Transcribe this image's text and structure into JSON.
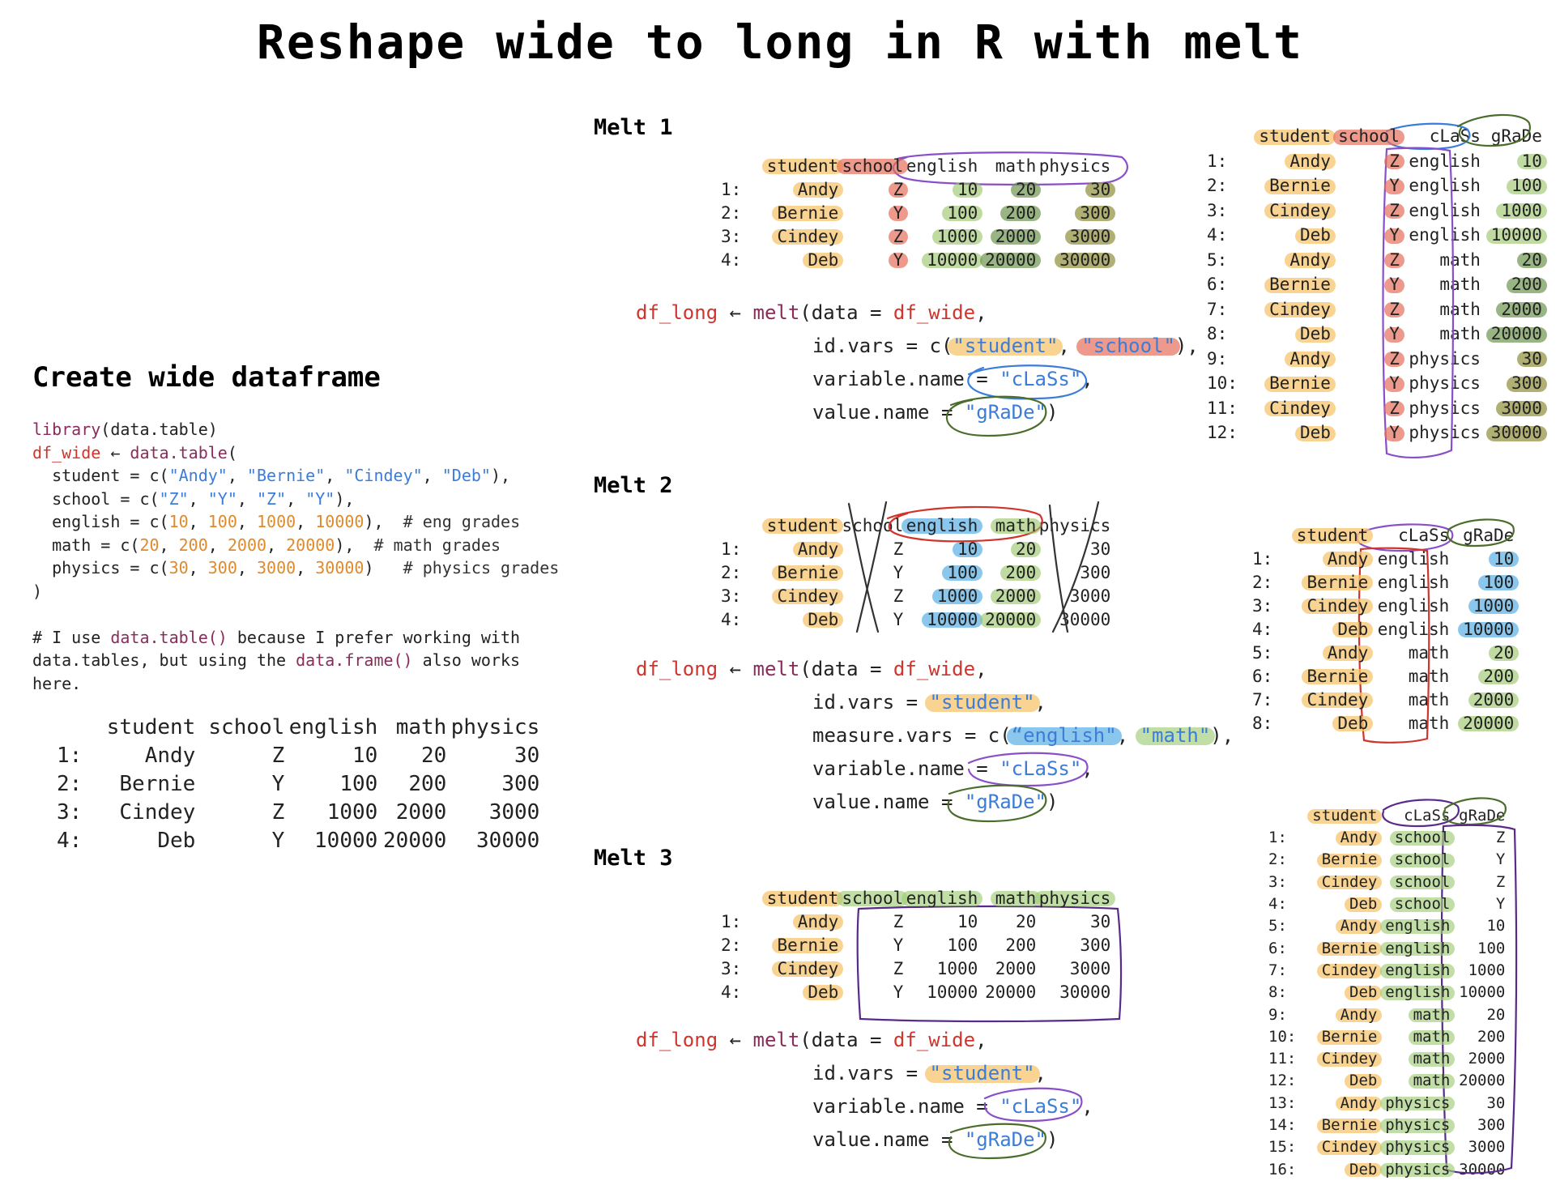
{
  "title": "Reshape wide to long in R with melt",
  "create_section": {
    "heading": "Create wide dataframe",
    "code": {
      "l1_fn": "library",
      "l1_rest": "(data.table)",
      "l2_var": "df_wide",
      "l2_arrow": " ← ",
      "l2_fn": "data.table",
      "l2_paren": "(",
      "student_pre": "  student = c(",
      "student_vals": [
        "\"Andy\"",
        "\"Bernie\"",
        "\"Cindey\"",
        "\"Deb\""
      ],
      "school_pre": "  school = c(",
      "school_vals": [
        "\"Z\"",
        "\"Y\"",
        "\"Z\"",
        "\"Y\""
      ],
      "english_pre": "  english = c(",
      "english_vals": [
        "10",
        "100",
        "1000",
        "10000"
      ],
      "english_cmt": "# eng grades",
      "math_pre": "  math = c(",
      "math_vals": [
        "20",
        "200",
        "2000",
        "20000"
      ],
      "math_cmt": "# math grades",
      "physics_pre": "  physics = c(",
      "physics_vals": [
        "30",
        "300",
        "3000",
        "30000"
      ],
      "physics_cmt": "# physics grades",
      "close": ")"
    },
    "note_1": "# I use ",
    "note_fn1": "data.table()",
    "note_2": " because I prefer working with",
    "note_3": "data.tables, but using the ",
    "note_fn2": "data.frame()",
    "note_4": " also works",
    "note_5": "here.",
    "table": {
      "headers": [
        "student",
        "school",
        "english",
        "math",
        "physics"
      ],
      "rows": [
        [
          "1:",
          "Andy",
          "Z",
          "10",
          "20",
          "30"
        ],
        [
          "2:",
          "Bernie",
          "Y",
          "100",
          "200",
          "300"
        ],
        [
          "3:",
          "Cindey",
          "Z",
          "1000",
          "2000",
          "3000"
        ],
        [
          "4:",
          "Deb",
          "Y",
          "10000",
          "20000",
          "30000"
        ]
      ]
    }
  },
  "melt1": {
    "heading": "Melt 1",
    "wide_headers": [
      "student",
      "school",
      "english",
      "math",
      "physics"
    ],
    "wide_rows": [
      [
        "1:",
        "Andy",
        "Z",
        "10",
        "20",
        "30"
      ],
      [
        "2:",
        "Bernie",
        "Y",
        "100",
        "200",
        "300"
      ],
      [
        "3:",
        "Cindey",
        "Z",
        "1000",
        "2000",
        "3000"
      ],
      [
        "4:",
        "Deb",
        "Y",
        "10000",
        "20000",
        "30000"
      ]
    ],
    "code": {
      "lhs": "df_long",
      "arrow": " ← ",
      "fn": "melt",
      "open": "(data = ",
      "data": "df_wide",
      "comma": ",",
      "idvars_lbl": "id.vars = c(",
      "idvar1": "\"student\"",
      "sep": ", ",
      "idvar2": "\"school\"",
      "idvars_close": "),",
      "varname_lbl": "variable.name = ",
      "varname": "\"cLaSs\"",
      "valname_lbl": "value.name = ",
      "valname": "\"gRaDe\"",
      "close": ")"
    },
    "long_headers": [
      "student",
      "school",
      "cLaSs",
      "gRaDe"
    ],
    "long_rows": [
      [
        "1:",
        "Andy",
        "Z",
        "english",
        "10"
      ],
      [
        "2:",
        "Bernie",
        "Y",
        "english",
        "100"
      ],
      [
        "3:",
        "Cindey",
        "Z",
        "english",
        "1000"
      ],
      [
        "4:",
        "Deb",
        "Y",
        "english",
        "10000"
      ],
      [
        "5:",
        "Andy",
        "Z",
        "math",
        "20"
      ],
      [
        "6:",
        "Bernie",
        "Y",
        "math",
        "200"
      ],
      [
        "7:",
        "Cindey",
        "Z",
        "math",
        "2000"
      ],
      [
        "8:",
        "Deb",
        "Y",
        "math",
        "20000"
      ],
      [
        "9:",
        "Andy",
        "Z",
        "physics",
        "30"
      ],
      [
        "10:",
        "Bernie",
        "Y",
        "physics",
        "300"
      ],
      [
        "11:",
        "Cindey",
        "Z",
        "physics",
        "3000"
      ],
      [
        "12:",
        "Deb",
        "Y",
        "physics",
        "30000"
      ]
    ]
  },
  "melt2": {
    "heading": "Melt 2",
    "wide_headers": [
      "student",
      "school",
      "english",
      "math",
      "physics"
    ],
    "wide_rows": [
      [
        "1:",
        "Andy",
        "Z",
        "10",
        "20",
        "30"
      ],
      [
        "2:",
        "Bernie",
        "Y",
        "100",
        "200",
        "300"
      ],
      [
        "3:",
        "Cindey",
        "Z",
        "1000",
        "2000",
        "3000"
      ],
      [
        "4:",
        "Deb",
        "Y",
        "10000",
        "20000",
        "30000"
      ]
    ],
    "code": {
      "lhs": "df_long",
      "arrow": " ← ",
      "fn": "melt",
      "open": "(data = ",
      "data": "df_wide",
      "comma": ",",
      "idvars_lbl": "id.vars = ",
      "idvar1": "\"student\"",
      "idvars_close": ",",
      "measure_lbl": "measure.vars = c(",
      "measure1": "“english\"",
      "sep": ", ",
      "measure2": "\"math\"",
      "measure_close": "),",
      "varname_lbl": "variable.name = ",
      "varname": "\"cLaSs\"",
      "varname_close": ",",
      "valname_lbl": "value.name = ",
      "valname": "\"gRaDe\"",
      "close": ")"
    },
    "long_headers": [
      "student",
      "cLaSs",
      "gRaDe"
    ],
    "long_rows": [
      [
        "1:",
        "Andy",
        "english",
        "10"
      ],
      [
        "2:",
        "Bernie",
        "english",
        "100"
      ],
      [
        "3:",
        "Cindey",
        "english",
        "1000"
      ],
      [
        "4:",
        "Deb",
        "english",
        "10000"
      ],
      [
        "5:",
        "Andy",
        "math",
        "20"
      ],
      [
        "6:",
        "Bernie",
        "math",
        "200"
      ],
      [
        "7:",
        "Cindey",
        "math",
        "2000"
      ],
      [
        "8:",
        "Deb",
        "math",
        "20000"
      ]
    ]
  },
  "melt3": {
    "heading": "Melt 3",
    "wide_headers": [
      "student",
      "school",
      "english",
      "math",
      "physics"
    ],
    "wide_rows": [
      [
        "1:",
        "Andy",
        "Z",
        "10",
        "20",
        "30"
      ],
      [
        "2:",
        "Bernie",
        "Y",
        "100",
        "200",
        "300"
      ],
      [
        "3:",
        "Cindey",
        "Z",
        "1000",
        "2000",
        "3000"
      ],
      [
        "4:",
        "Deb",
        "Y",
        "10000",
        "20000",
        "30000"
      ]
    ],
    "code": {
      "lhs": "df_long",
      "arrow": " ← ",
      "fn": "melt",
      "open": "(data = ",
      "data": "df_wide",
      "comma": ",",
      "idvars_lbl": "id.vars = ",
      "idvar1": "\"student\"",
      "idvars_close": ",",
      "varname_lbl": "variable.name = ",
      "varname": "\"cLaSs\"",
      "varname_close": ",",
      "valname_lbl": "value.name = ",
      "valname": "\"gRaDe\"",
      "close": ")"
    },
    "long_headers": [
      "student",
      "cLaSs",
      "gRaDe"
    ],
    "long_rows": [
      [
        "1:",
        "Andy",
        "school",
        "Z"
      ],
      [
        "2:",
        "Bernie",
        "school",
        "Y"
      ],
      [
        "3:",
        "Cindey",
        "school",
        "Z"
      ],
      [
        "4:",
        "Deb",
        "school",
        "Y"
      ],
      [
        "5:",
        "Andy",
        "english",
        "10"
      ],
      [
        "6:",
        "Bernie",
        "english",
        "100"
      ],
      [
        "7:",
        "Cindey",
        "english",
        "1000"
      ],
      [
        "8:",
        "Deb",
        "english",
        "10000"
      ],
      [
        "9:",
        "Andy",
        "math",
        "20"
      ],
      [
        "10:",
        "Bernie",
        "math",
        "200"
      ],
      [
        "11:",
        "Cindey",
        "math",
        "2000"
      ],
      [
        "12:",
        "Deb",
        "math",
        "20000"
      ],
      [
        "13:",
        "Andy",
        "physics",
        "30"
      ],
      [
        "14:",
        "Bernie",
        "physics",
        "300"
      ],
      [
        "15:",
        "Cindey",
        "physics",
        "3000"
      ],
      [
        "16:",
        "Deb",
        "physics",
        "30000"
      ]
    ]
  },
  "colors": {
    "student_hl": "#f6c46e",
    "school_hl": "#e66e5a",
    "english_hl_blue": "#64b4e6",
    "grade_green": "#96c364",
    "circle_blue": "#3b7dd8",
    "circle_green": "#4a6e2a",
    "circle_purple": "#8a4fc8",
    "circle_red": "#d0342c",
    "code_red": "#d0342c",
    "code_blue": "#3b7dd8",
    "code_orange": "#e08a2b",
    "code_fn": "#8a2b5c"
  }
}
